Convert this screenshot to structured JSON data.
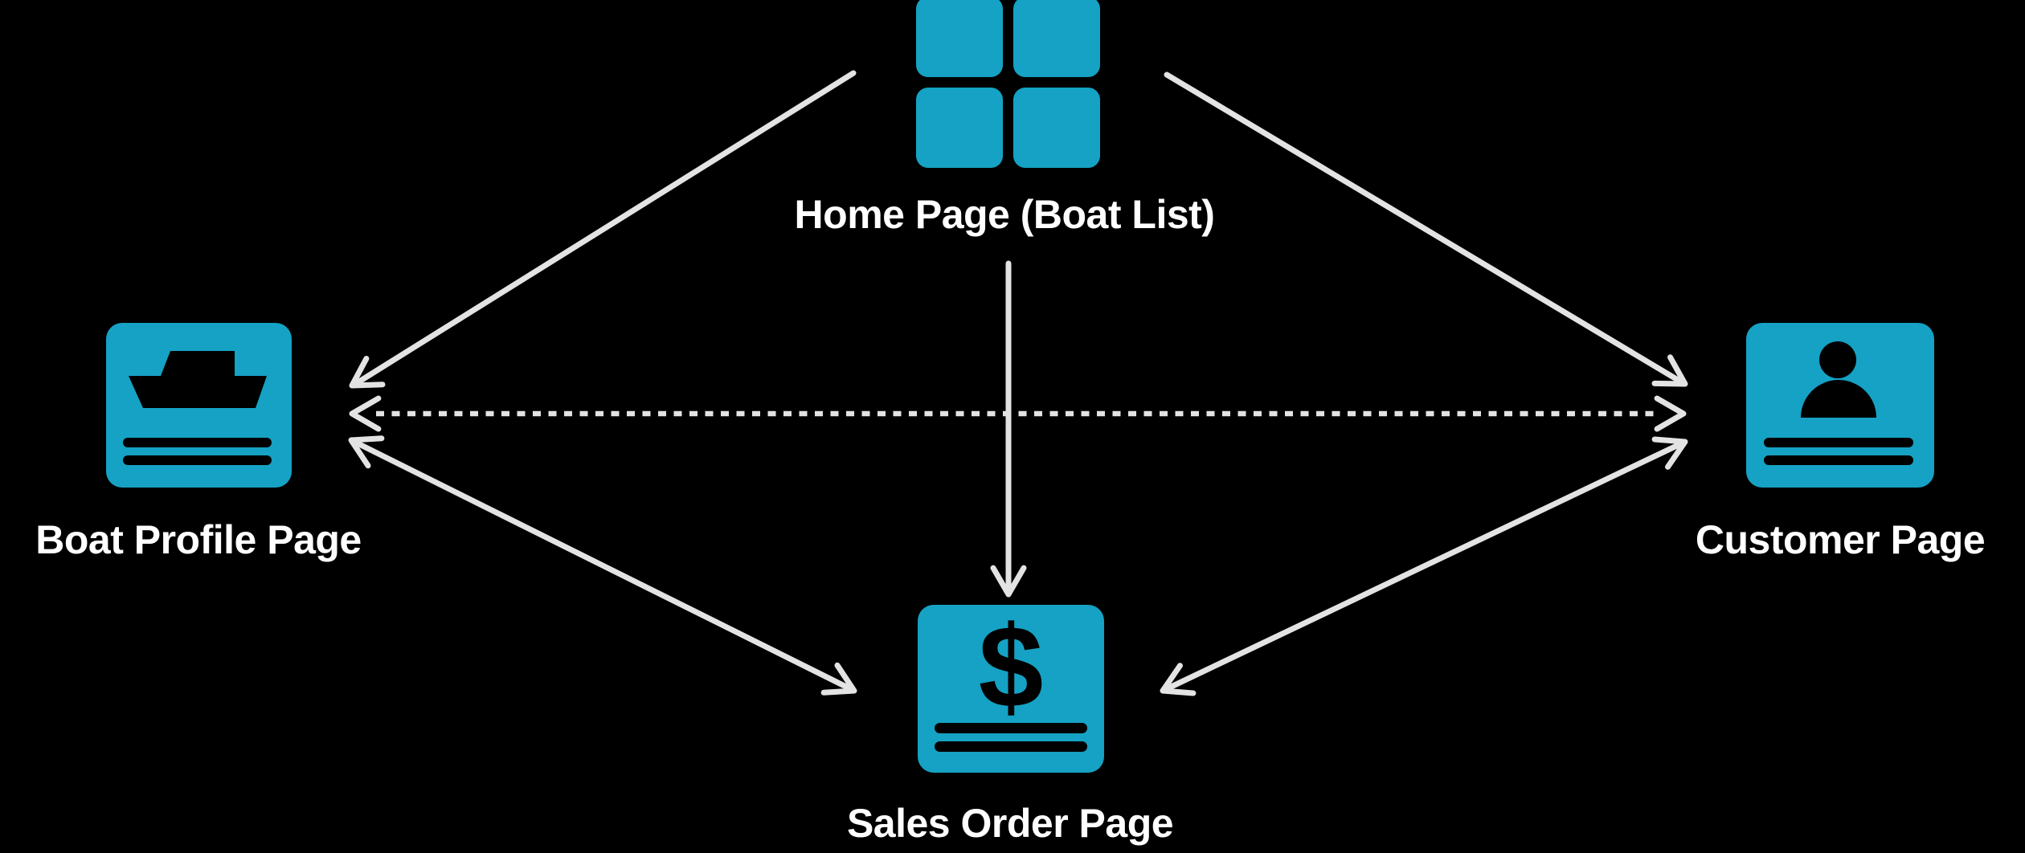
{
  "diagram": {
    "nodes": [
      {
        "id": "home",
        "label": "Home Page (Boat List)",
        "icon": "grid-icon"
      },
      {
        "id": "boat_profile",
        "label": "Boat Profile Page",
        "icon": "boat-icon"
      },
      {
        "id": "customer",
        "label": "Customer Page",
        "icon": "person-icon"
      },
      {
        "id": "sales_order",
        "label": "Sales Order Page",
        "icon": "dollar-icon"
      }
    ],
    "edges": [
      {
        "from": "home",
        "to": "boat_profile",
        "style": "solid",
        "arrows": "one-way"
      },
      {
        "from": "home",
        "to": "customer",
        "style": "solid",
        "arrows": "one-way"
      },
      {
        "from": "home",
        "to": "sales_order",
        "style": "solid",
        "arrows": "one-way"
      },
      {
        "from": "boat_profile",
        "to": "sales_order",
        "style": "solid",
        "arrows": "two-way"
      },
      {
        "from": "customer",
        "to": "sales_order",
        "style": "solid",
        "arrows": "two-way"
      },
      {
        "from": "boat_profile",
        "to": "customer",
        "style": "dotted",
        "arrows": "two-way"
      }
    ],
    "glyphs": {
      "dollar": "$"
    }
  },
  "colors": {
    "background": "#000000",
    "accent": "#15a2c4",
    "arrow": "#e3e3e3",
    "label": "#ffffff",
    "glyph": "#000000"
  }
}
